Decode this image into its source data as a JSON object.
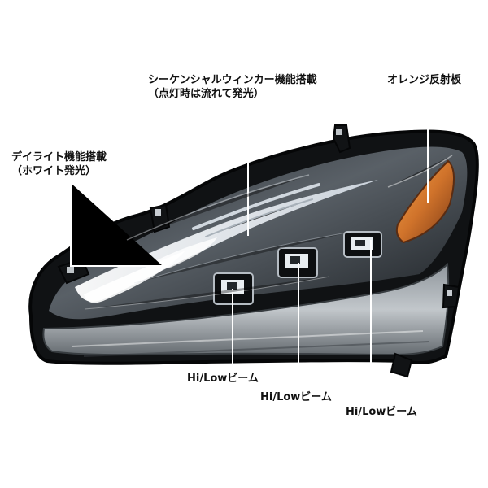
{
  "annotations": {
    "sequential_turn_signal": {
      "line1": "シーケンシャルウィンカー機能搭載",
      "line2": "（点灯時は流れて発光）"
    },
    "orange_reflector": {
      "label": "オレンジ反射板"
    },
    "daytime_running_light": {
      "line1": "デイライト機能搭載",
      "line2": "（ホワイト発光）"
    },
    "beams": [
      {
        "label": "Hi/Lowビーム"
      },
      {
        "label": "Hi/Lowビーム"
      },
      {
        "label": "Hi/Lowビーム"
      }
    ]
  },
  "colors": {
    "background": "#ffffff",
    "housing": "#101214",
    "lens_tint": "#5b6168",
    "drl_glow": "#f4f8ff",
    "reflector": "#e0852f",
    "leader_line": "#ffffff",
    "text": "#111111"
  }
}
